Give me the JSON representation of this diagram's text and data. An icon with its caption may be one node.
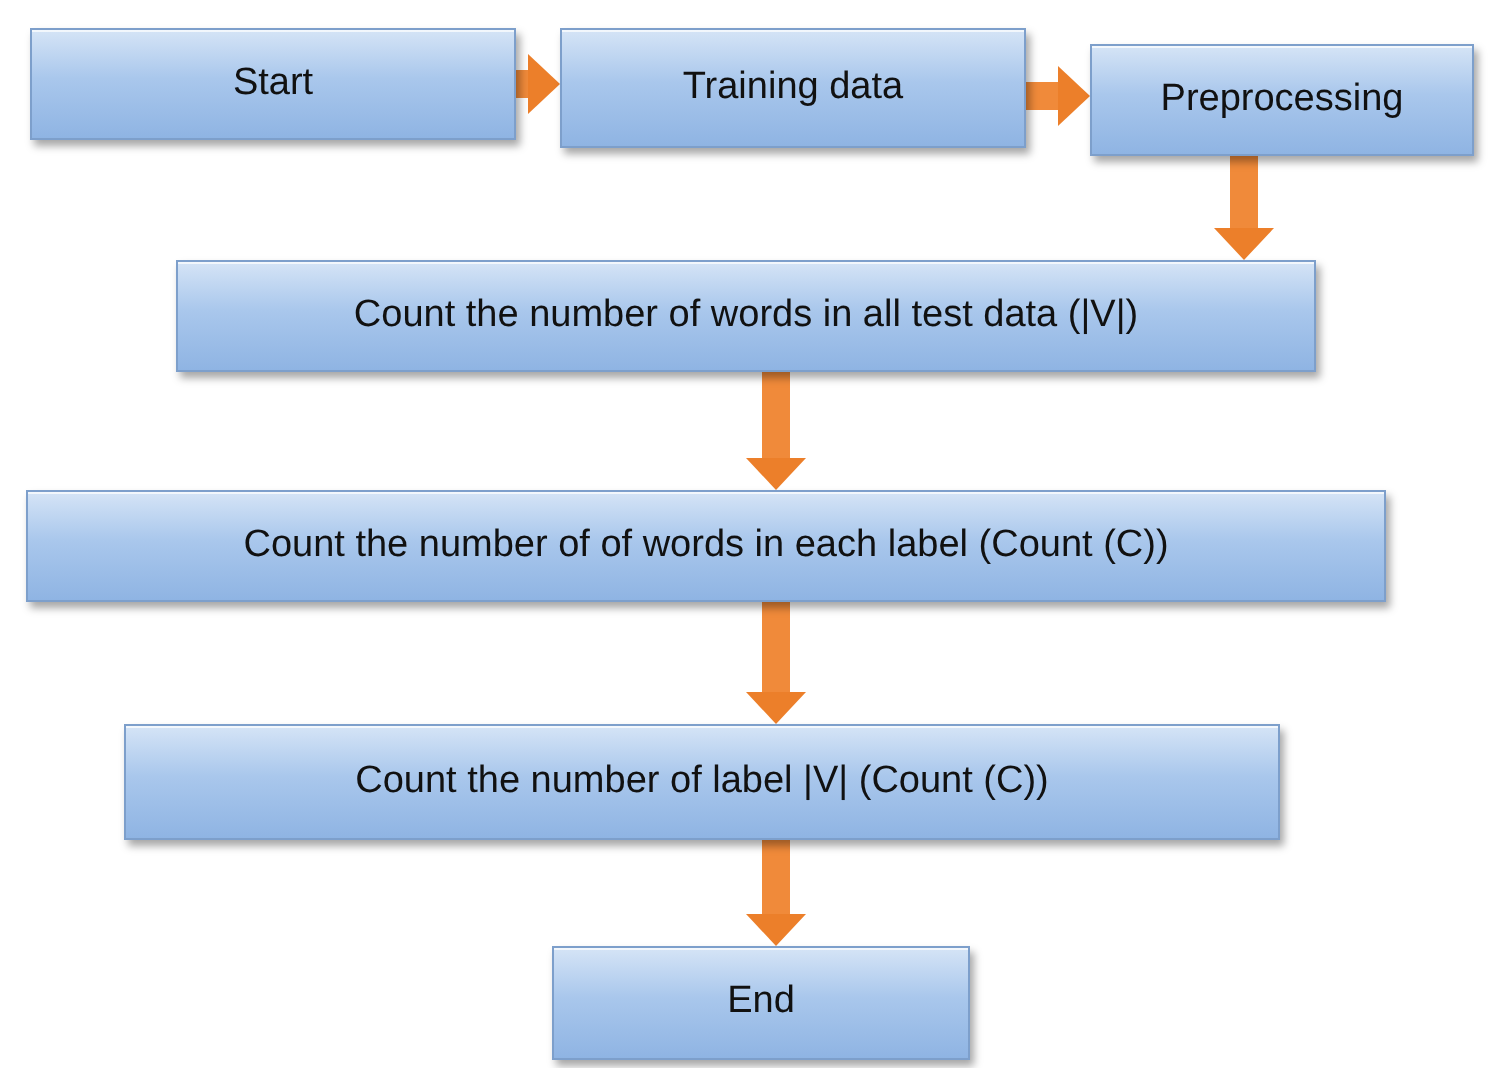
{
  "diagram": {
    "nodes": [
      {
        "text": [
          "Start"
        ]
      },
      {
        "text": [
          "Training data"
        ]
      },
      {
        "text": [
          "Preprocessing"
        ]
      },
      {
        "text": [
          "Count the number of words in all test data (|V|)"
        ]
      },
      {
        "text": [
          "Count the number of of words in each label (Count (C))"
        ]
      },
      {
        "text": [
          "Count the number of label |V| (Count (C))"
        ]
      },
      {
        "text": [
          "End"
        ]
      }
    ],
    "edges": [
      {
        "from": 0,
        "to": 1,
        "arrow": "to"
      },
      {
        "from": 1,
        "to": 2,
        "arrow": "to"
      },
      {
        "from": 2,
        "to": 3,
        "arrow": "to"
      },
      {
        "from": 3,
        "to": 4,
        "arrow": "to"
      },
      {
        "from": 4,
        "to": 5,
        "arrow": "to"
      },
      {
        "from": 5,
        "to": 6,
        "arrow": "to"
      }
    ]
  }
}
